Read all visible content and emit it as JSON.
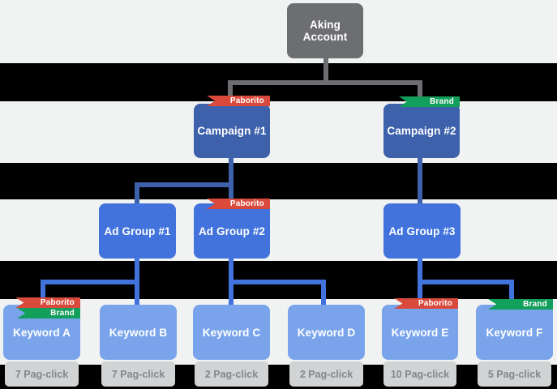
{
  "diagram": {
    "account": {
      "label": "Aking Account"
    },
    "campaigns": [
      {
        "label": "Campaign #1",
        "tag": "Paborito"
      },
      {
        "label": "Campaign #2",
        "tag": "Brand"
      }
    ],
    "ad_groups": [
      {
        "label": "Ad Group #1"
      },
      {
        "label": "Ad Group #2",
        "tag": "Paborito"
      },
      {
        "label": "Ad Group #3"
      }
    ],
    "keywords": [
      {
        "label": "Keyword A",
        "tag1": "Paborito",
        "tag2": "Brand",
        "metric": "7 Pag-click"
      },
      {
        "label": "Keyword B",
        "metric": "7 Pag-click"
      },
      {
        "label": "Keyword C",
        "metric": "2 Pag-click"
      },
      {
        "label": "Keyword D",
        "metric": "2 Pag-click"
      },
      {
        "label": "Keyword E",
        "tag1": "Paborito",
        "metric": "10 Pag-click"
      },
      {
        "label": "Keyword F",
        "tag1": "Brand",
        "metric": "5 Pag-click"
      }
    ],
    "colors": {
      "account_gray": "#6d6e71",
      "campaign_blue": "#3e61ab",
      "ad_group_blue": "#4273dc",
      "keyword_blue": "#79a4ec",
      "favorite_tag_red": "#d94a3c",
      "brand_tag_green": "#129e5b",
      "metric_label_bg": "#d2d3d4",
      "metric_label_text": "#85878a",
      "stripe_black": "#000000",
      "background": "#f1f2f2"
    }
  }
}
